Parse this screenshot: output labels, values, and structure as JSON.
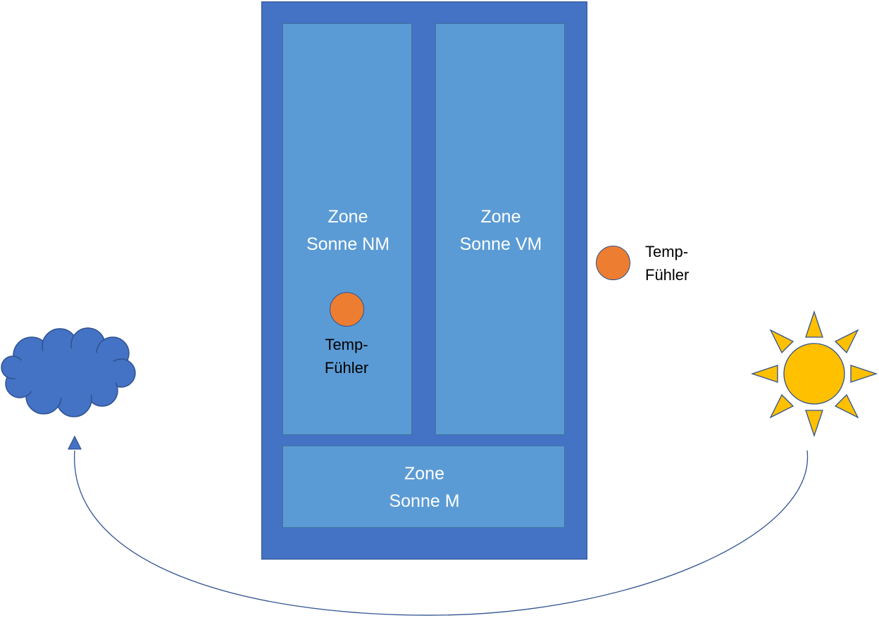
{
  "zones": {
    "nm": "Zone\nSonne NM",
    "vm": "Zone\nSonne VM",
    "m": "Zone\nSonne M"
  },
  "sensors": {
    "inside_label": "Temp-\nFühler",
    "outside_label": "Temp-\nFühler"
  },
  "colors": {
    "building": "#4472C4",
    "zone": "#5B9BD5",
    "sensor": "#ED7D31",
    "sun": "#FFC000",
    "cloud": "#4472C4",
    "arrow": "#2F528F"
  }
}
